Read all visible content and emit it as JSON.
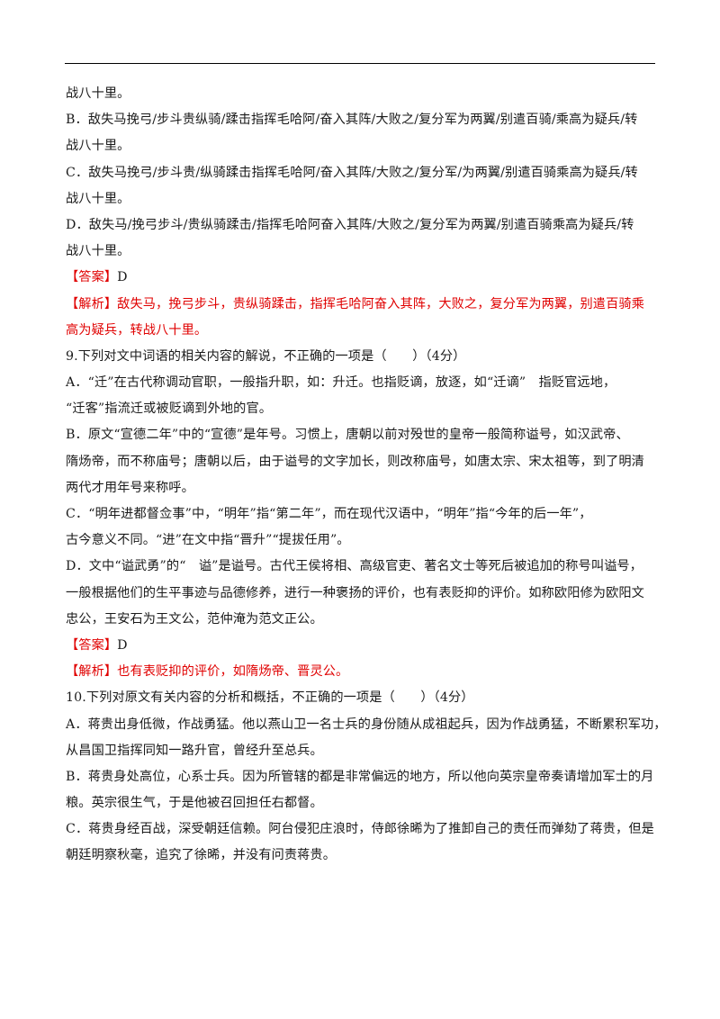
{
  "q8_options": {
    "a_tail": "战八十里。",
    "b_line1": "B．敌失马挽弓/步斗贵纵骑/蹂击指挥毛哈阿/奋入其阵/大败之/复分军为两翼/别遣百骑/乘高为疑兵/转",
    "b_line2": "战八十里。",
    "c_line1": "C．敌失马挽弓/步斗贵/纵骑蹂击指挥毛哈阿/奋入其阵/大败之/复分军/为两翼/别遣百骑乘高为疑兵/转",
    "c_line2": "战八十里。",
    "d_line1": "D．敌失马/挽弓步斗/贵纵骑蹂击/指挥毛哈阿奋入其阵/大败之/复分军为两翼/别遣百骑乘高为疑兵/转",
    "d_line2": "战八十里。"
  },
  "q8_answer": {
    "label": "【答案】",
    "value": "D"
  },
  "q8_analysis": {
    "label": "【解析】",
    "line1": "敌失马，挽弓步斗，贵纵骑蹂击，指挥毛哈阿奋入其阵，大败之，复分军为两翼，别遣百骑乘",
    "line2": "高为疑兵，转战八十里。"
  },
  "q9": {
    "stem": "9.下列对文中词语的相关内容的解说，不正确的一项是（　　）（4分）",
    "a_line1": "A．“迁”在古代称调动官职，一般指升职，如：升迁。也指贬谪，放逐，如“迁谪”　指贬官远地，",
    "a_line2": "“迁客”指流迁或被贬谪到外地的官。",
    "b_line1": "B．原文“宣德二年”中的“宣德”是年号。习惯上，唐朝以前对殁世的皇帝一般简称谥号，如汉武帝、",
    "b_line2": "隋炀帝，而不称庙号；唐朝以后，由于谥号的文字加长，则改称庙号，如唐太宗、宋太祖等，到了明清",
    "b_line3": "两代才用年号来称呼。",
    "c_line1": "C．“明年进都督佥事”中，“明年”指“第二年”，而在现代汉语中，“明年”指“今年的后一年”，",
    "c_line2": "古今意义不同。“进”在文中指“晋升”“提拔任用”。",
    "d_line1": "D．文中“谥武勇”的“　谥”是谥号。古代王侯将相、高级官吏、著名文士等死后被追加的称号叫谥号，",
    "d_line2": "一般根据他们的生平事迹与品德修养，进行一种褒扬的评价，也有表贬抑的评价。如称欧阳修为欧阳文",
    "d_line3": "忠公，王安石为王文公，范仲淹为范文正公。"
  },
  "q9_answer": {
    "label": "【答案】",
    "value": "D"
  },
  "q9_analysis": {
    "label": "【解析】",
    "text": "也有表贬抑的评价，如隋炀帝、晋灵公。"
  },
  "q10": {
    "stem": "10.下列对原文有关内容的分析和概括，不正确的一项是（　　）（4分）",
    "a_line1": "A．蒋贵出身低微，作战勇猛。他以燕山卫一名士兵的身份随从成祖起兵，因为作战勇猛，不断累积军功，",
    "a_line2": "从昌国卫指挥同知一路升官，曾经升至总兵。",
    "b_line1": "B．蒋贵身处高位，心系士兵。因为所管辖的都是非常偏远的地方，所以他向英宗皇帝奏请增加军士的月",
    "b_line2": "粮。英宗很生气，于是他被召回担任右都督。",
    "c_line1": "C．蒋贵身经百战，深受朝廷信赖。阿台侵犯庄浪时，侍郎徐晞为了推卸自己的责任而弹劾了蒋贵，但是",
    "c_line2": "朝廷明察秋毫，追究了徐晞，并没有问责蒋贵。"
  }
}
